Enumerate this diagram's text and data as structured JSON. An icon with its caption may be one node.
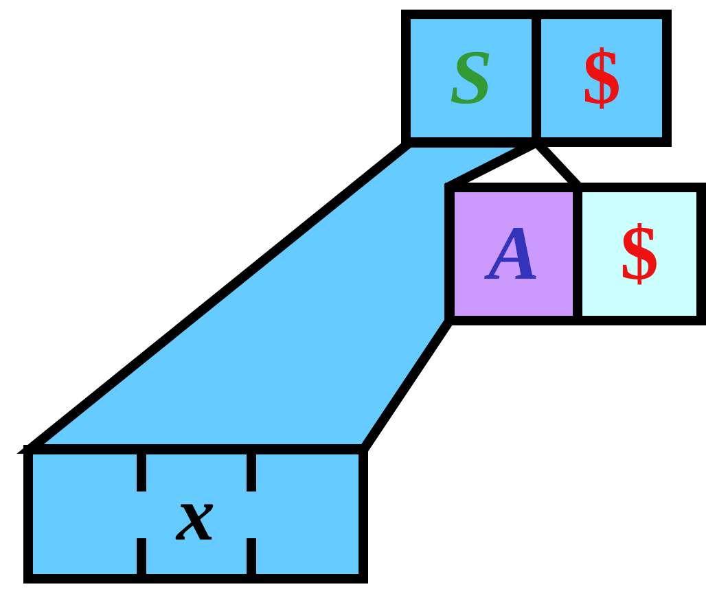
{
  "diagram": {
    "nodes": [
      {
        "text": [
          "S"
        ]
      },
      {
        "text": [
          "$"
        ]
      },
      {
        "text": [
          "A"
        ]
      },
      {
        "text": [
          "$"
        ]
      },
      {
        "text": [
          "x"
        ]
      }
    ],
    "edges": [
      {
        "from": 0,
        "to": 2,
        "arrow": "none"
      }
    ]
  }
}
